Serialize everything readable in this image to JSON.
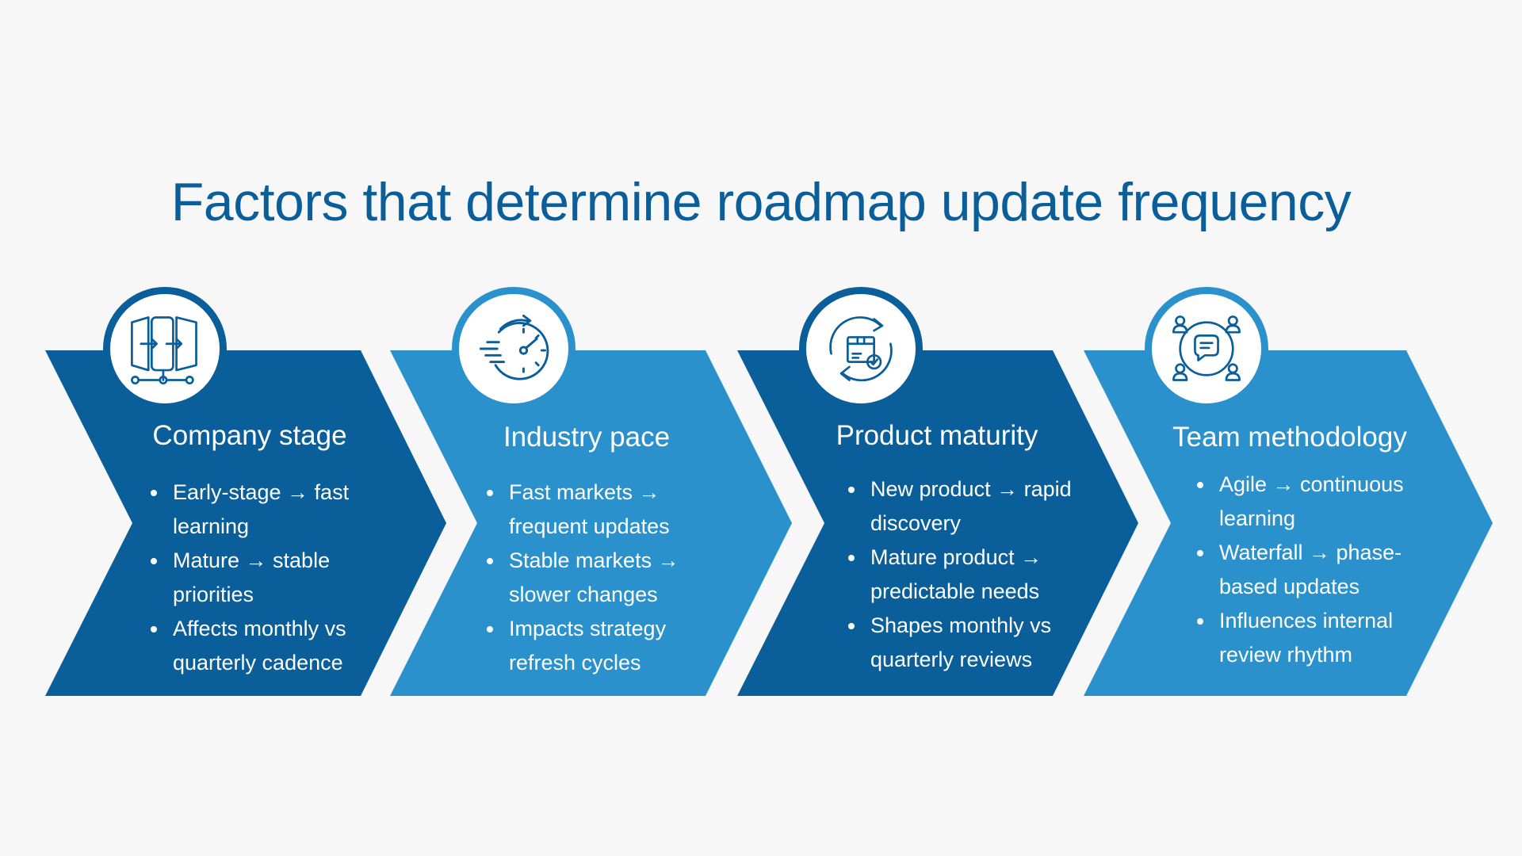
{
  "title": "Factors that determine roadmap update frequency",
  "colors": {
    "background": "#f7f7f8",
    "dark_blue": "#0a5e9a",
    "light_blue": "#2a91cc",
    "white": "#ffffff"
  },
  "steps": [
    {
      "title": "Company stage",
      "icon": "panels-flow-icon",
      "color": "#0a5e9a",
      "bullets": [
        "Early-stage → fast learning",
        "Mature → stable priorities",
        "Affects monthly vs quarterly cadence"
      ]
    },
    {
      "title": "Industry pace",
      "icon": "speedometer-icon",
      "color": "#2a91cc",
      "bullets": [
        "Fast markets → frequent updates",
        "Stable markets → slower changes",
        "Impacts strategy refresh cycles"
      ]
    },
    {
      "title": "Product maturity",
      "icon": "product-cycle-icon",
      "color": "#0a5e9a",
      "bullets": [
        "New product → rapid discovery",
        "Mature product → predictable needs",
        "Shapes monthly vs quarterly reviews"
      ]
    },
    {
      "title": "Team methodology",
      "icon": "team-chat-icon",
      "color": "#2a91cc",
      "bullets": [
        "Agile → continuous learning",
        "Waterfall → phase-based updates",
        "Influences internal review rhythm"
      ]
    }
  ]
}
